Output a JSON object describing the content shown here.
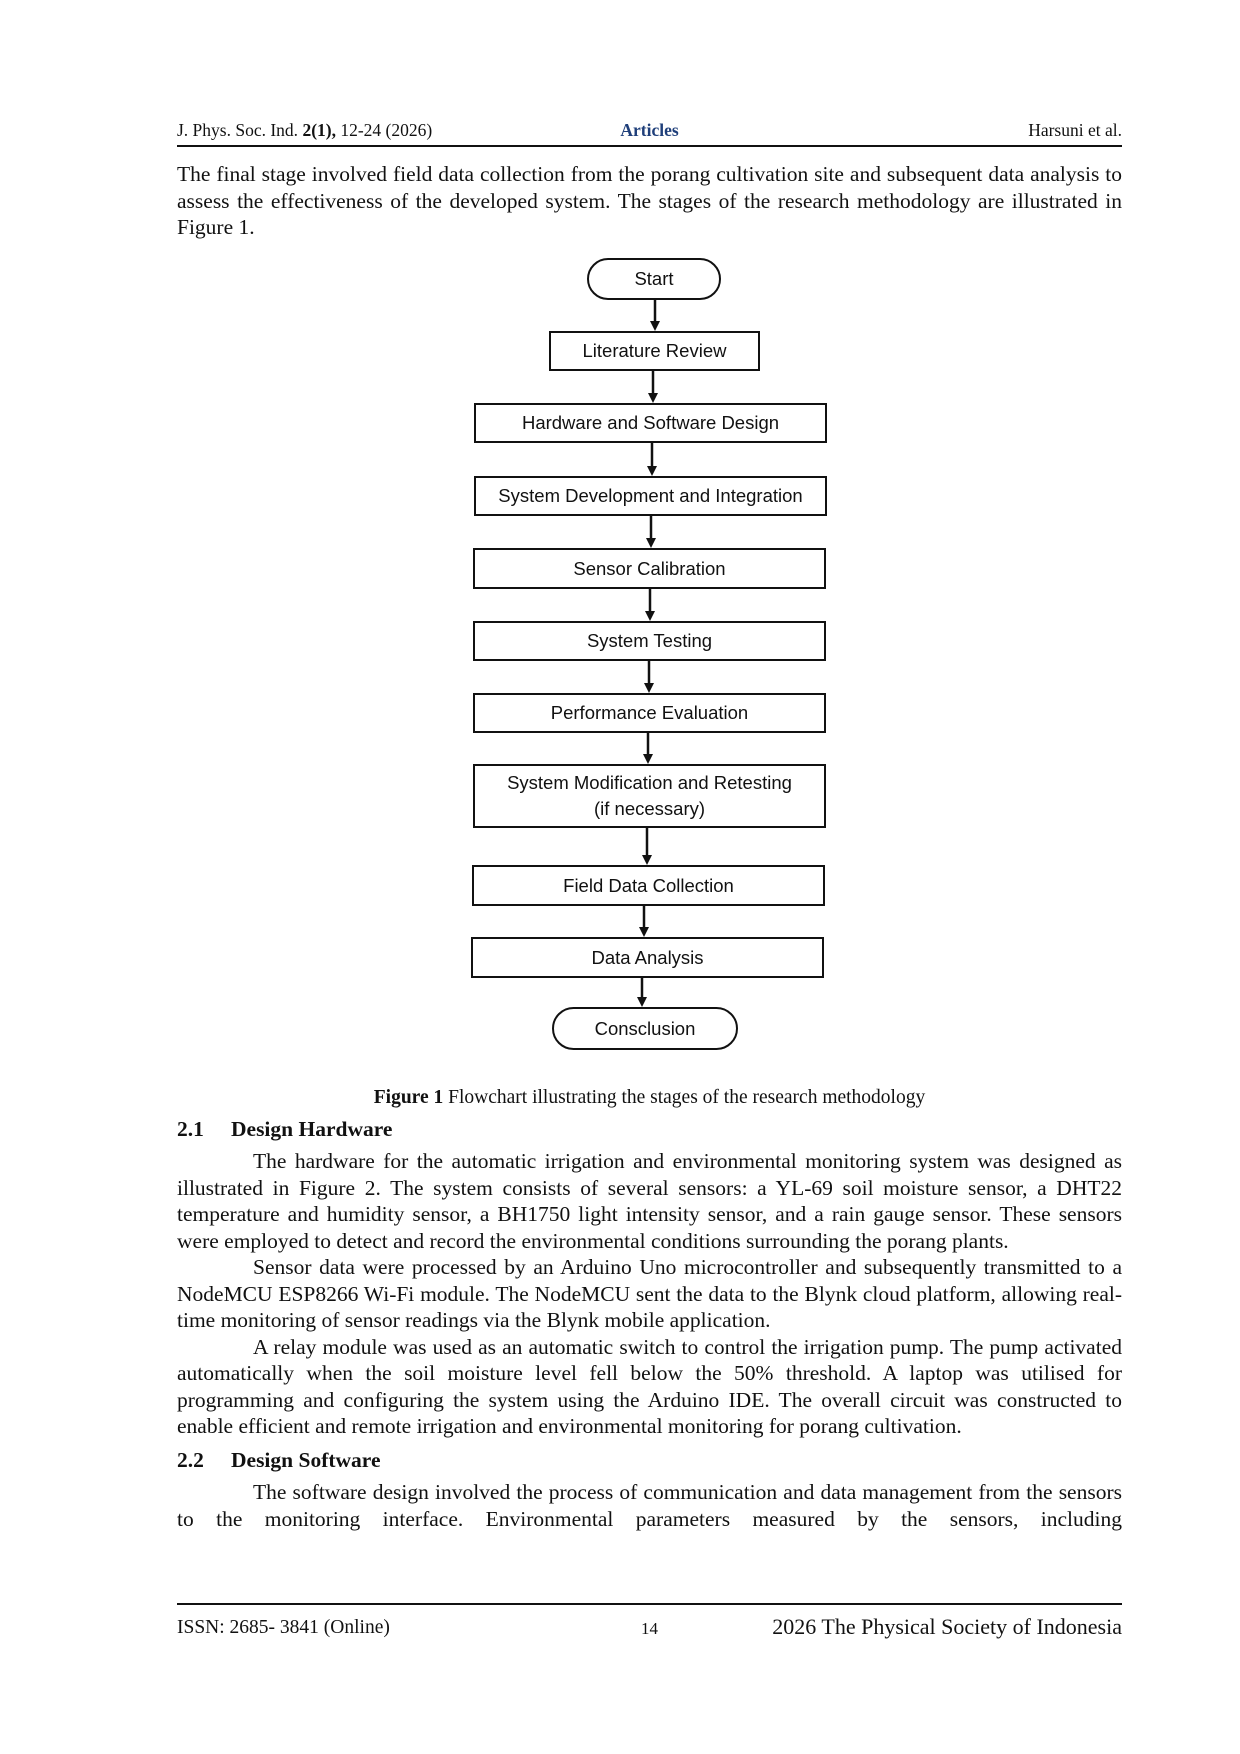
{
  "header": {
    "journal_prefix": "J. Phys. Soc. Ind. ",
    "volume_bold": "2(1),",
    "pages_year": " 12-24 (2026)",
    "section": "Articles",
    "authors": "Harsuni et al."
  },
  "intro_paragraph": "The final stage involved field data collection from the porang cultivation site and subsequent data analysis to assess the effectiveness of the developed system. The stages of the research methodology are illustrated in Figure 1.",
  "flowchart": {
    "steps": [
      "Start",
      "Literature Review",
      "Hardware and Software Design",
      "System Development and Integration",
      "Sensor Calibration",
      "System Testing",
      "Performance Evaluation",
      "System Modification and Retesting\n(if necessary)",
      "Field Data Collection",
      "Data Analysis",
      "Consclusion"
    ]
  },
  "figure_caption": {
    "label": "Figure 1",
    "text": " Flowchart illustrating the stages of the research methodology"
  },
  "section_2_1": {
    "number": "2.1",
    "title": "Design Hardware",
    "paragraphs": [
      "The hardware for the automatic irrigation and environmental monitoring system was designed as illustrated in Figure 2. The system consists of several sensors: a YL-69 soil moisture sensor, a DHT22 temperature and humidity sensor, a BH1750 light intensity sensor, and a rain gauge sensor. These sensors were employed to detect and record the environmental conditions surrounding the porang plants.",
      "Sensor data were processed by an Arduino Uno microcontroller and subsequently transmitted to a NodeMCU ESP8266 Wi-Fi module. The NodeMCU sent the data to the Blynk cloud platform, allowing real-time monitoring of sensor readings via the Blynk mobile application.",
      "A relay module was used as an automatic switch to control the irrigation pump. The pump activated automatically when the soil moisture level fell below the 50% threshold. A laptop was utilised for programming and configuring the system using the Arduino IDE. The overall circuit was constructed to enable efficient and remote irrigation and environmental monitoring for porang cultivation."
    ]
  },
  "section_2_2": {
    "number": "2.2",
    "title": "Design Software",
    "paragraphs": [
      "The software design involved the process of communication and data management from the sensors to the monitoring interface. Environmental parameters measured by the sensors, including"
    ]
  },
  "footer": {
    "issn": "ISSN: 2685- 3841 (Online)",
    "page_number": "14",
    "copyright": "2026 The Physical Society of Indonesia"
  }
}
